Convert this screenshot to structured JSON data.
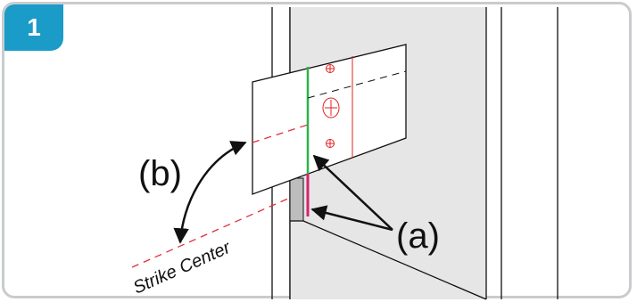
{
  "step": {
    "number": "1",
    "color": "#1a9bc8"
  },
  "labels": {
    "a": "(a)",
    "b": "(b)",
    "strike_center": "Strike Center"
  },
  "colors": {
    "frame_border": "#c9ccce",
    "door_face": "#e6e6e6",
    "line_green": "#2db34a",
    "line_magenta": "#d6246e",
    "dash_red": "#e0303a",
    "strike_red": "#e02020"
  },
  "icons": [
    "screw-hole-icon",
    "center-screw-icon",
    "curved-double-arrow-icon",
    "pointer-arrow-icon"
  ]
}
